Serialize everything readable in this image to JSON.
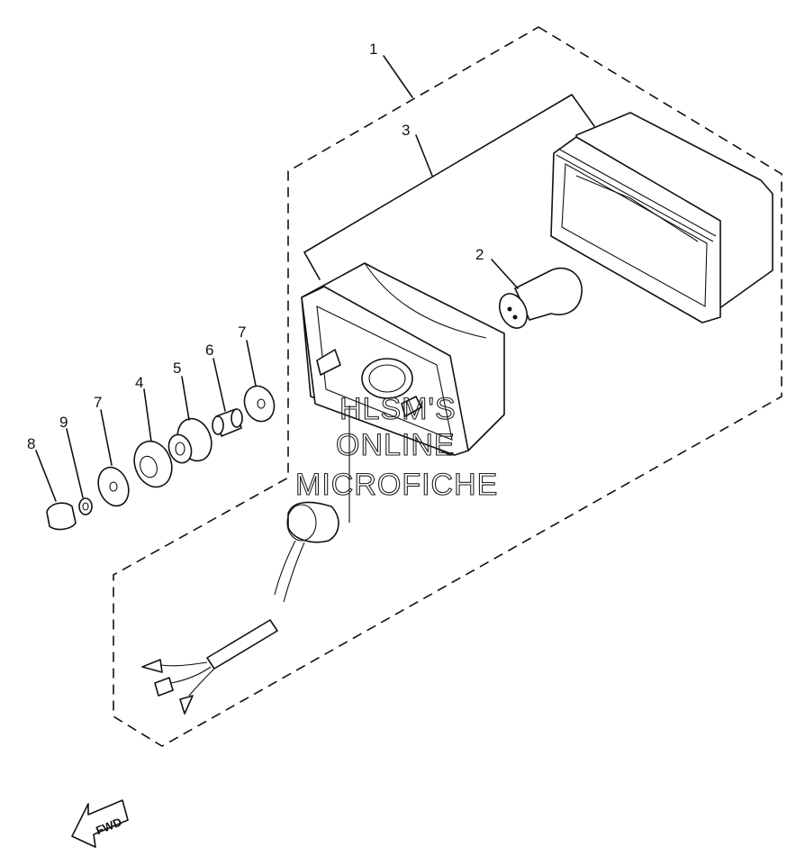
{
  "callouts": {
    "c1": "1",
    "c2": "2",
    "c3": "3",
    "c4": "4",
    "c5": "5",
    "c6": "6",
    "c7a": "7",
    "c7b": "7",
    "c8": "8",
    "c9": "9"
  },
  "watermark": {
    "line1": "HLSM'S",
    "line2": "ONLINE",
    "line3": "MICROFICHE"
  },
  "direction_arrow": {
    "label": "FWD",
    "icon": "fwd-arrow-icon"
  }
}
